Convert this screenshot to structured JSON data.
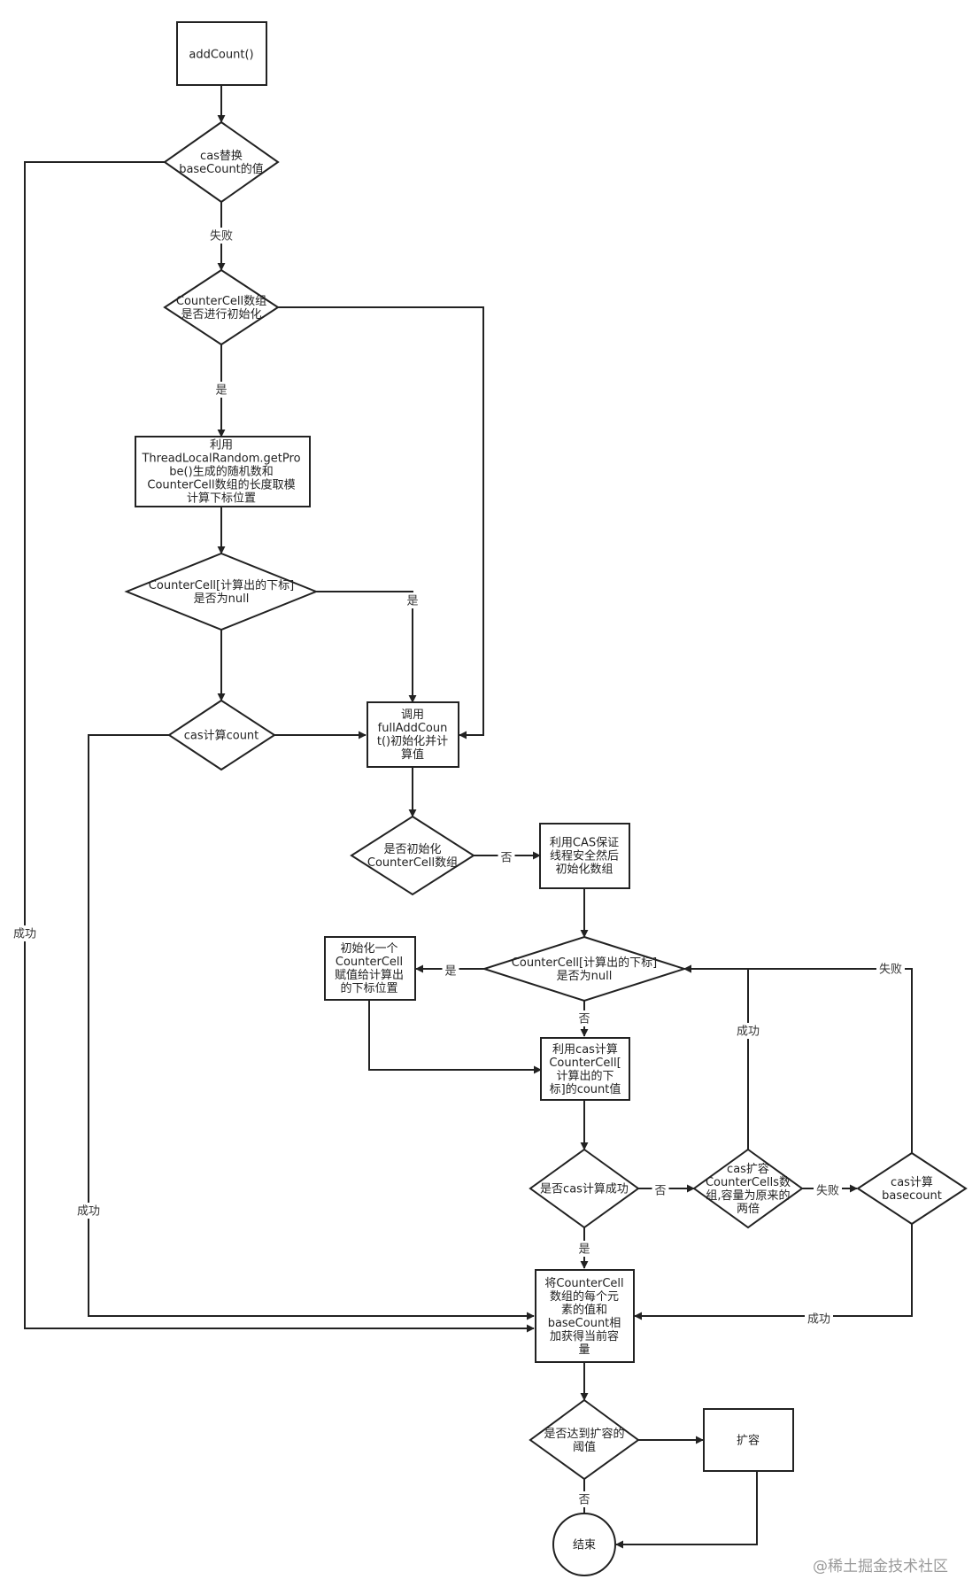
{
  "nodes": [
    {
      "id": "n_addcount",
      "name": "node-addcount",
      "lines": [
        "addCount()"
      ]
    },
    {
      "id": "n_cas_base",
      "name": "decision-cas-basecount",
      "lines": [
        "cas替换",
        "baseCount的值"
      ]
    },
    {
      "id": "n_cc_init",
      "name": "decision-countercell-initialized",
      "lines": [
        "CounterCell数组",
        "是否进行初始化"
      ]
    },
    {
      "id": "n_probe",
      "name": "node-probe-index",
      "lines": [
        "利用",
        "ThreadLocalRandom.getPro",
        "be()生成的随机数和",
        "CounterCell数组的长度取模",
        "计算下标位置"
      ]
    },
    {
      "id": "n_cell_null1",
      "name": "decision-cell-null-1",
      "lines": [
        "CounterCell[计算出的下标]",
        "是否为null"
      ]
    },
    {
      "id": "n_cas_count",
      "name": "decision-cas-count",
      "lines": [
        "cas计算count"
      ]
    },
    {
      "id": "n_fulladd",
      "name": "node-fulladdcount",
      "lines": [
        "调用",
        "fullAddCoun",
        "t()初始化并计",
        "算值"
      ]
    },
    {
      "id": "n_init_q",
      "name": "decision-initialized-array",
      "lines": [
        "是否初始化",
        "CounterCell数组"
      ]
    },
    {
      "id": "n_cas_init",
      "name": "node-cas-init-array",
      "lines": [
        "利用CAS保证",
        "线程安全然后",
        "初始化数组"
      ]
    },
    {
      "id": "n_cell_null2",
      "name": "decision-cell-null-2",
      "lines": [
        "CounterCell[计算出的下标]",
        "是否为null"
      ]
    },
    {
      "id": "n_init_cell",
      "name": "node-init-countercell",
      "lines": [
        "初始化一个",
        "CounterCell",
        "赋值给计算出",
        "的下标位置"
      ]
    },
    {
      "id": "n_cas_cell",
      "name": "node-cas-cell-count",
      "lines": [
        "利用cas计算",
        "CounterCell[",
        "计算出的下",
        "标]的count值"
      ]
    },
    {
      "id": "n_cas_ok",
      "name": "decision-cas-success",
      "lines": [
        "是否cas计算成功"
      ]
    },
    {
      "id": "n_expand_cells",
      "name": "decision-expand-countercells",
      "lines": [
        "cas扩容",
        "CounterCells数",
        "组,容量为原来的",
        "两倍"
      ]
    },
    {
      "id": "n_cas_basecount",
      "name": "decision-cas-basecount-2",
      "lines": [
        "cas计算",
        "basecount"
      ]
    },
    {
      "id": "n_sum",
      "name": "node-sum-capacity",
      "lines": [
        "将CounterCell",
        "数组的每个元",
        "素的值和",
        "baseCount相",
        "加获得当前容",
        "量"
      ]
    },
    {
      "id": "n_threshold",
      "name": "decision-threshold",
      "lines": [
        "是否达到扩容的",
        "阈值"
      ]
    },
    {
      "id": "n_resize",
      "name": "node-resize",
      "lines": [
        "扩容"
      ]
    },
    {
      "id": "n_end",
      "name": "node-end",
      "lines": [
        "结束"
      ]
    }
  ],
  "edge_labels": [
    {
      "name": "label-fail-1",
      "text": "失败"
    },
    {
      "name": "label-success-left",
      "text": "成功"
    },
    {
      "name": "label-yes-1",
      "text": "是"
    },
    {
      "name": "label-yes-2",
      "text": "是"
    },
    {
      "name": "label-success-2",
      "text": "成功"
    },
    {
      "name": "label-no-1",
      "text": "否"
    },
    {
      "name": "label-yes-3",
      "text": "是"
    },
    {
      "name": "label-no-2",
      "text": "否"
    },
    {
      "name": "label-success-3",
      "text": "成功"
    },
    {
      "name": "label-fail-2",
      "text": "失败"
    },
    {
      "name": "label-no-3",
      "text": "否"
    },
    {
      "name": "label-fail-3",
      "text": "失败"
    },
    {
      "name": "label-yes-4",
      "text": "是"
    },
    {
      "name": "label-success-4",
      "text": "成功"
    },
    {
      "name": "label-no-4",
      "text": "否"
    }
  ],
  "watermark": "@稀土掘金技术社区"
}
